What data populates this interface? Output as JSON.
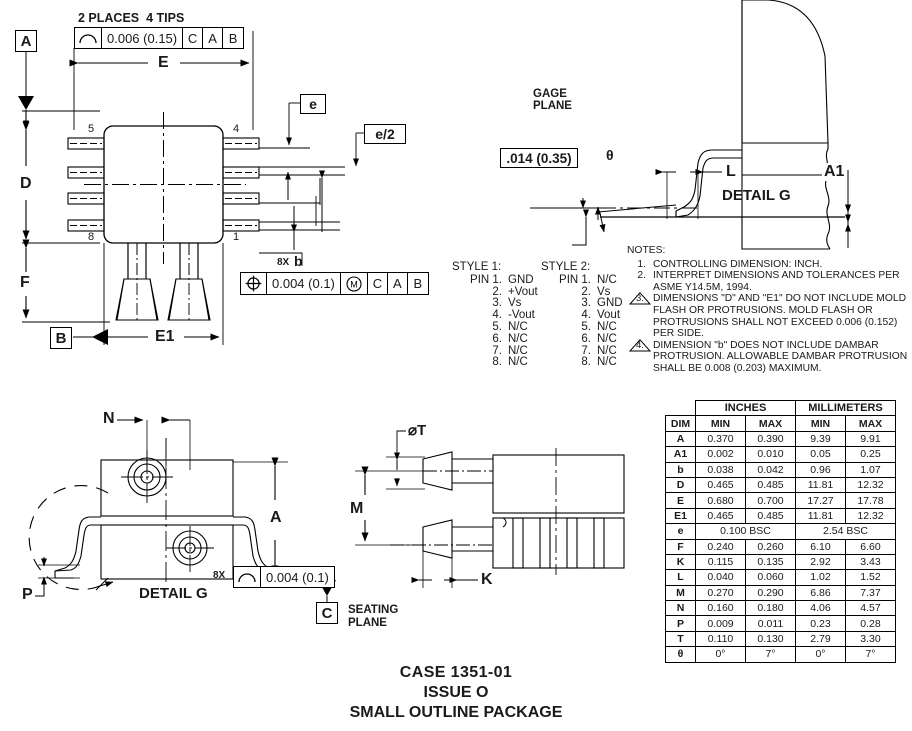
{
  "document": {
    "case_number": "CASE 1351-01",
    "issue": "ISSUE O",
    "package_name": "SMALL OUTLINE PACKAGE"
  },
  "top_view": {
    "places_note": "2 PLACES  4 TIPS",
    "profile_fcf": {
      "symbol": "profile-of-surface",
      "tolerance": "0.006 (0.15)",
      "datums": [
        "C",
        "A",
        "B"
      ]
    },
    "position_fcf": {
      "count": "8X",
      "feature": "b",
      "symbol": "position",
      "tolerance": "0.004 (0.1)",
      "modifier": "M",
      "datums": [
        "C",
        "A",
        "B"
      ]
    },
    "datum_a": "A",
    "datum_b": "B",
    "dims": {
      "E": "E",
      "E1": "E1",
      "D": "D",
      "F": "F",
      "e": "e",
      "e_half": "e/2"
    },
    "pin_numbers": [
      "5",
      "4",
      "8",
      "1"
    ]
  },
  "detail_g_top": {
    "label": "DETAIL G",
    "gage_plane": "GAGE\nPLANE",
    "gage_dim": ".014 (0.35)",
    "theta": "θ",
    "dim_L": "L",
    "dim_A1": "A1"
  },
  "side_view": {
    "label": "DETAIL G",
    "dims": {
      "N": "N",
      "A": "A",
      "P": "P"
    },
    "flatness_fcf": {
      "count": "8X",
      "symbol": "profile-of-surface",
      "tolerance": "0.004 (0.1)"
    },
    "datum_c": "C",
    "seating_plane": "SEATING\nPLANE"
  },
  "end_view": {
    "dims": {
      "T": "⌀T",
      "M": "M",
      "K": "K"
    }
  },
  "pin_styles": [
    {
      "heading": "STYLE 1:",
      "first_label": "PIN 1.",
      "pins": [
        {
          "n": "PIN 1.",
          "fn": "GND"
        },
        {
          "n": "2.",
          "fn": "+Vout"
        },
        {
          "n": "3.",
          "fn": "Vs"
        },
        {
          "n": "4.",
          "fn": "-Vout"
        },
        {
          "n": "5.",
          "fn": "N/C"
        },
        {
          "n": "6.",
          "fn": "N/C"
        },
        {
          "n": "7.",
          "fn": "N/C"
        },
        {
          "n": "8.",
          "fn": "N/C"
        }
      ]
    },
    {
      "heading": "STYLE 2:",
      "first_label": "PIN 1.",
      "pins": [
        {
          "n": "PIN 1.",
          "fn": "N/C"
        },
        {
          "n": "2.",
          "fn": "Vs"
        },
        {
          "n": "3.",
          "fn": "GND"
        },
        {
          "n": "4.",
          "fn": "Vout"
        },
        {
          "n": "5.",
          "fn": "N/C"
        },
        {
          "n": "6.",
          "fn": "N/C"
        },
        {
          "n": "7.",
          "fn": "N/C"
        },
        {
          "n": "8.",
          "fn": "N/C"
        }
      ]
    }
  ],
  "notes": {
    "title": "NOTES:",
    "items": [
      {
        "num": "1.",
        "triangle": false,
        "text": "CONTROLLING DIMENSION: INCH."
      },
      {
        "num": "2.",
        "triangle": false,
        "text": "INTERPRET DIMENSIONS AND TOLERANCES PER ASME Y14.5M, 1994."
      },
      {
        "num": "3.",
        "triangle": true,
        "text": "DIMENSIONS \"D\" AND \"E1\" DO NOT INCLUDE MOLD FLASH OR PROTRUSIONS. MOLD FLASH OR PROTRUSIONS SHALL NOT EXCEED 0.006 (0.152) PER SIDE."
      },
      {
        "num": "4.",
        "triangle": true,
        "text": "DIMENSION \"b\" DOES NOT INCLUDE DAMBAR PROTRUSION. ALLOWABLE DAMBAR PROTRUSION SHALL BE 0.008 (0.203) MAXIMUM."
      }
    ]
  },
  "dim_table": {
    "unit_headers": [
      "INCHES",
      "MILLIMETERS"
    ],
    "col_headers": [
      "DIM",
      "MIN",
      "MAX",
      "MIN",
      "MAX"
    ],
    "rows": [
      {
        "dim": "A",
        "in_min": "0.370",
        "in_max": "0.390",
        "mm_min": "9.39",
        "mm_max": "9.91",
        "span": false
      },
      {
        "dim": "A1",
        "in_min": "0.002",
        "in_max": "0.010",
        "mm_min": "0.05",
        "mm_max": "0.25",
        "span": false
      },
      {
        "dim": "b",
        "in_min": "0.038",
        "in_max": "0.042",
        "mm_min": "0.96",
        "mm_max": "1.07",
        "span": false
      },
      {
        "dim": "D",
        "in_min": "0.465",
        "in_max": "0.485",
        "mm_min": "11.81",
        "mm_max": "12.32",
        "span": false
      },
      {
        "dim": "E",
        "in_min": "0.680",
        "in_max": "0.700",
        "mm_min": "17.27",
        "mm_max": "17.78",
        "span": false
      },
      {
        "dim": "E1",
        "in_min": "0.465",
        "in_max": "0.485",
        "mm_min": "11.81",
        "mm_max": "12.32",
        "span": false
      },
      {
        "dim": "e",
        "in_span": "0.100 BSC",
        "mm_span": "2.54 BSC",
        "span": true
      },
      {
        "dim": "F",
        "in_min": "0.240",
        "in_max": "0.260",
        "mm_min": "6.10",
        "mm_max": "6.60",
        "span": false
      },
      {
        "dim": "K",
        "in_min": "0.115",
        "in_max": "0.135",
        "mm_min": "2.92",
        "mm_max": "3.43",
        "span": false
      },
      {
        "dim": "L",
        "in_min": "0.040",
        "in_max": "0.060",
        "mm_min": "1.02",
        "mm_max": "1.52",
        "span": false
      },
      {
        "dim": "M",
        "in_min": "0.270",
        "in_max": "0.290",
        "mm_min": "6.86",
        "mm_max": "7.37",
        "span": false
      },
      {
        "dim": "N",
        "in_min": "0.160",
        "in_max": "0.180",
        "mm_min": "4.06",
        "mm_max": "4.57",
        "span": false
      },
      {
        "dim": "P",
        "in_min": "0.009",
        "in_max": "0.011",
        "mm_min": "0.23",
        "mm_max": "0.28",
        "span": false
      },
      {
        "dim": "T",
        "in_min": "0.110",
        "in_max": "0.130",
        "mm_min": "2.79",
        "mm_max": "3.30",
        "span": false
      },
      {
        "dim": "θ",
        "in_min": "0°",
        "in_max": "7°",
        "mm_min": "0°",
        "mm_max": "7°",
        "span": false
      }
    ]
  },
  "colors": {
    "line": "#000000",
    "background": "#ffffff",
    "text": "#1a1a1a"
  }
}
